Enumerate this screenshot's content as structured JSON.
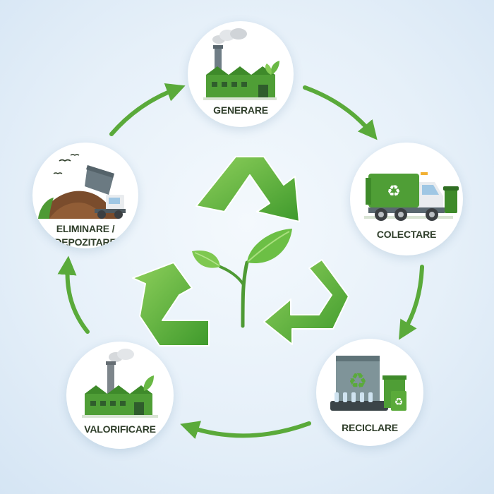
{
  "colors": {
    "accent_green": "#5aaa3a",
    "dark_green": "#3e8a2a",
    "light_green": "#8ccc5a",
    "label_text": "#2f3e2a",
    "background": "#e6f0f9"
  },
  "center": {
    "icon": "recycling-symbol-icon",
    "inner_icon": "sprout-icon"
  },
  "nodes": {
    "generare": {
      "label": "GENERARE",
      "icon": "factory-plant-icon"
    },
    "colectare": {
      "label": "COLECTARE",
      "icon": "garbage-truck-icon"
    },
    "reciclare": {
      "label": "RECICLARE",
      "icon": "recycling-plant-icon"
    },
    "valorificare": {
      "label": "VALORIFICARE",
      "icon": "green-factory-icon"
    },
    "eliminare": {
      "line1": "ELIMINARE /",
      "line2": "DEPOZITARE",
      "icon": "landfill-dump-truck-icon"
    }
  }
}
